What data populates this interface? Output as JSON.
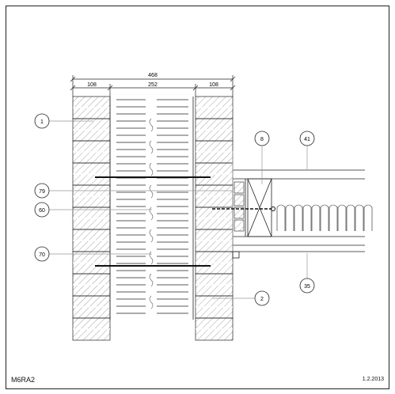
{
  "drawing": {
    "code": "M6RA2",
    "date": "1.2.2013",
    "dimensions": {
      "total": "468",
      "left_leaf": "108",
      "insulation": "252",
      "right_leaf": "108"
    },
    "callouts": [
      "1",
      "79",
      "60",
      "70",
      "8",
      "41",
      "35",
      "2"
    ],
    "colors": {
      "line": "#1a1a1a",
      "leader": "#999999",
      "hatch": "#555555"
    }
  }
}
